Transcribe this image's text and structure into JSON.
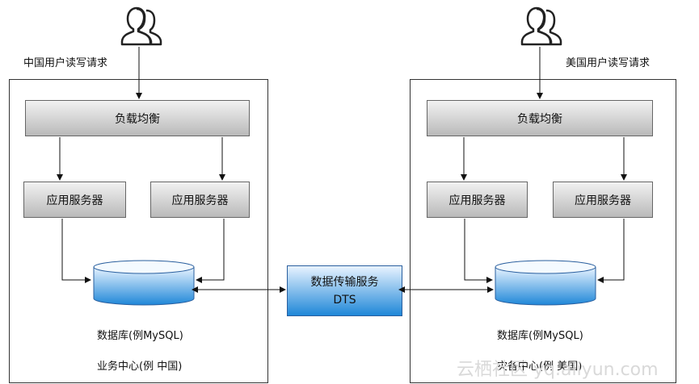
{
  "left": {
    "request_label": "中国用户读写请求",
    "load_balancer": "负载均衡",
    "app_server_1": "应用服务器",
    "app_server_2": "应用服务器",
    "database_label": "数据库(例MySQL)",
    "center_label": "业务中心(例 中国)"
  },
  "right": {
    "request_label": "美国用户读写请求",
    "load_balancer": "负载均衡",
    "app_server_1": "应用服务器",
    "app_server_2": "应用服务器",
    "database_label": "数据库(例MySQL)",
    "center_label": "灾备中心(例 美国)"
  },
  "dts": {
    "line1": "数据传输服务",
    "line2": "DTS"
  },
  "watermark": "云栖社区 yq.aliyun.com",
  "icons": {
    "users": "users-icon",
    "database": "database-cylinder-icon"
  },
  "colors": {
    "dts_fill": "#1f87d8",
    "db_fill": "#1f87d8",
    "server_fill": "#b9b9b9"
  }
}
